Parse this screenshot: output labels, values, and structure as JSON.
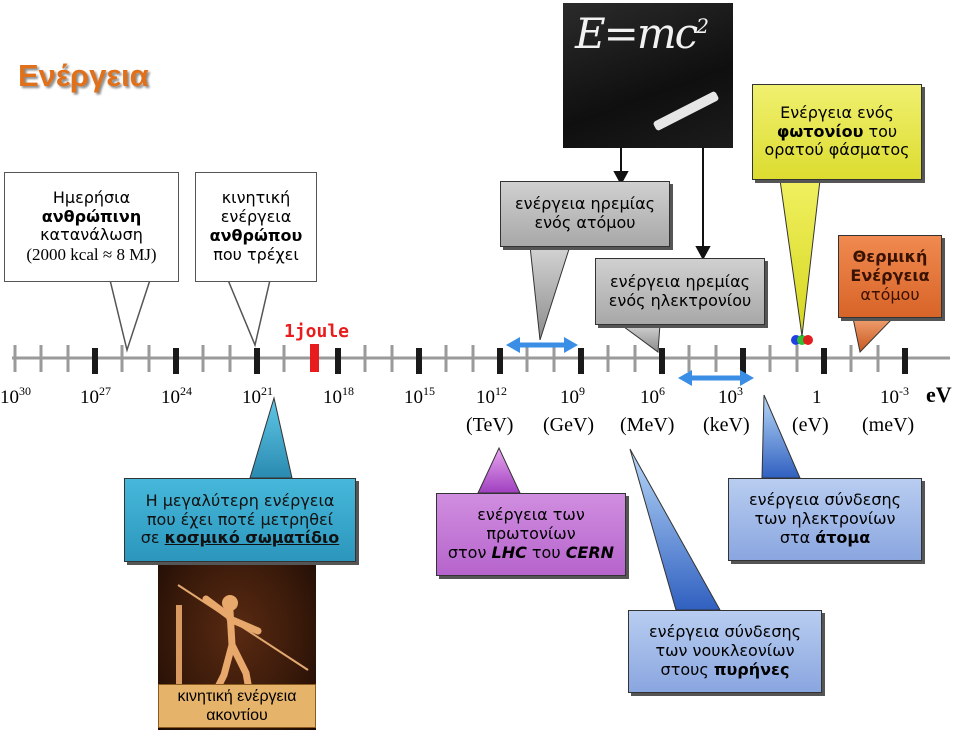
{
  "title": "Ενέργεια",
  "axis": {
    "ticks": [
      {
        "base": "10",
        "exp": "30"
      },
      {
        "base": "10",
        "exp": "27"
      },
      {
        "base": "10",
        "exp": "24"
      },
      {
        "base": "10",
        "exp": "21"
      },
      {
        "base": "10",
        "exp": "18"
      },
      {
        "base": "10",
        "exp": "15"
      },
      {
        "base": "10",
        "exp": "12"
      },
      {
        "base": "10",
        "exp": "9"
      },
      {
        "base": "10",
        "exp": "6"
      },
      {
        "base": "10",
        "exp": "3"
      },
      {
        "base": "1",
        "exp": ""
      },
      {
        "base": "10",
        "exp": "-3"
      }
    ],
    "unit": "eV",
    "units_row": [
      "(TeV)",
      "(GeV)",
      "(MeV)",
      "(keV)",
      "(eV)",
      "(meV)"
    ],
    "joule_label": "1joule"
  },
  "callouts": {
    "human_daily": {
      "line1": "Ημερήσια",
      "bold": "ανθρώπινη",
      "line3": "κατανάλωση",
      "line4": "(2000 kcal ≈ 8 MJ)"
    },
    "running": {
      "line1": "κινητική",
      "line2": "ενέργεια",
      "bold": "ανθρώπου",
      "line4": "που τρέχει"
    },
    "atom_rest": {
      "line1": "ενέργεια ηρεμίας",
      "line2": "ενός ατόμου"
    },
    "electron_rest": {
      "line1": "ενέργεια ηρεμίας",
      "line2": "ενός ηλεκτρονίου"
    },
    "photon": {
      "line1": "Ενέργεια ενός",
      "bold": "φωτονίου",
      "rest": " του",
      "line3": "ορατού φάσματος"
    },
    "thermal": {
      "line1": "Θερμική",
      "line2": "Ενέργεια",
      "line3": "ατόμου"
    },
    "cosmic": {
      "line1": "Η μεγαλύτερη ενέργεια",
      "line2": "που έχει ποτέ μετρηθεί",
      "line3a": "σε ",
      "bold": "κοσμικό σωματίδιο"
    },
    "lhc": {
      "line1": "ενέργεια των",
      "line2": "πρωτονίων",
      "line3a": "στον ",
      "lhc": "LHC",
      "line3b": " του ",
      "cern": "CERN"
    },
    "electron_binding": {
      "line1": "ενέργεια σύνδεσης",
      "line2": "των ηλεκτρονίων",
      "line3a": "στα ",
      "bold": "άτομα"
    },
    "nuclear_binding": {
      "line1": "ενέργεια σύνδεσης",
      "line2": "των νουκλεονίων",
      "line3a": "στους ",
      "bold": "πυρήνες"
    },
    "javelin": {
      "line1": "κινητική ενέργεια",
      "line2": "ακοντίου"
    }
  },
  "images": {
    "equation": "E=mc",
    "equation_exp": "2"
  },
  "colors": {
    "title": "#e0701a",
    "grey_box": "#b3b3b3",
    "photon_box": "#e8e83a",
    "thermal_box": "#f07830",
    "cosmic_box": "#3fb0d0",
    "lhc_box": "#c77ad8",
    "binding_box": "#9fb7e8",
    "arrow_blue": "#3a8ee6",
    "joule_red": "#e81c1c"
  }
}
